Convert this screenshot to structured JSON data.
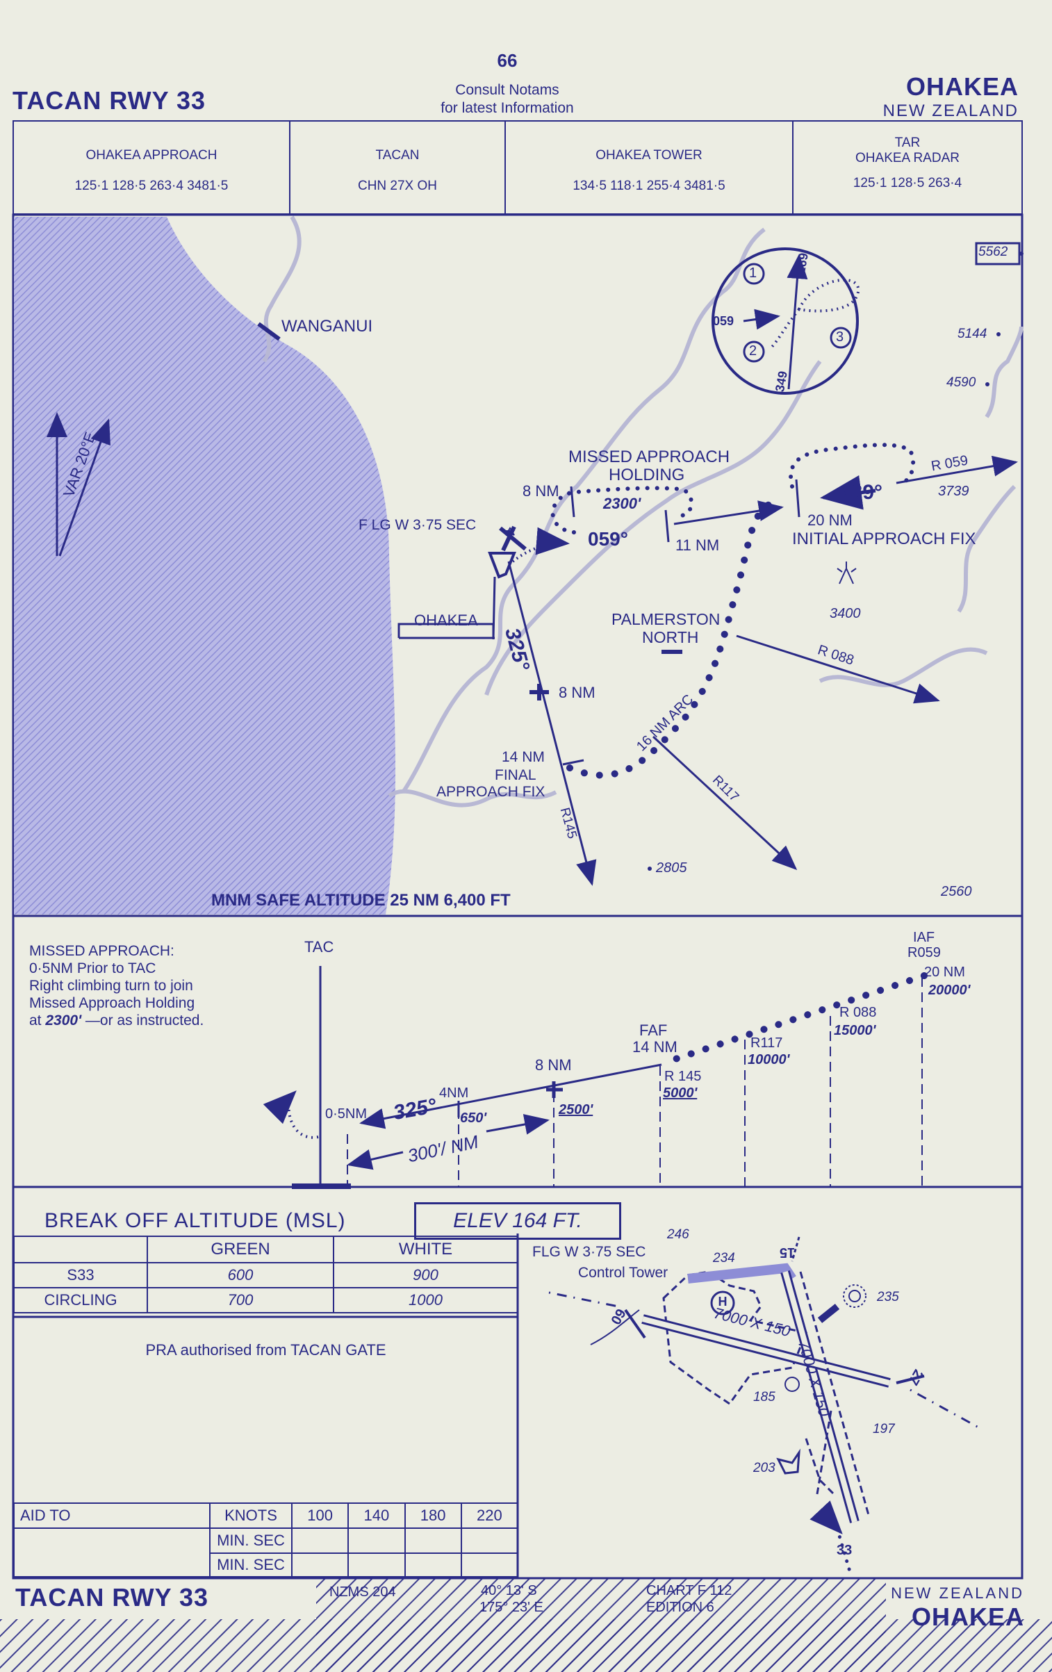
{
  "header": {
    "page_number": "66",
    "notice_line1": "Consult  Notams",
    "notice_line2": "for latest Information",
    "procedure": "TACAN RWY 33",
    "airport": "OHAKEA",
    "country": "NEW ZEALAND"
  },
  "frequencies": [
    {
      "name": "OHAKEA APPROACH",
      "value": "125·1   128·5   263·4   3481·5"
    },
    {
      "name": "TACAN",
      "value": "CHN 27X  OH"
    },
    {
      "name": "OHAKEA TOWER",
      "value": "134·5   118·1   255·4   3481·5"
    },
    {
      "name_line1": "TAR",
      "name_line2": "OHAKEA RADAR",
      "value": "125·1   128·5   263·4"
    }
  ],
  "plan_view": {
    "wanganui": "WANGANUI",
    "var": "VAR 20°E",
    "inset_labels": [
      "1",
      "2",
      "3",
      "169",
      "059",
      "349"
    ],
    "holding_label_1": "MISSED APPROACH",
    "holding_label_2": "HOLDING",
    "nm8": "8 NM",
    "alt_2300": "2300'",
    "hdg_059": "059°",
    "nm11": "11 NM",
    "hdg_239": "239°",
    "r059": "R 059",
    "spot_3739": "3739",
    "iaf_1": "20 NM",
    "iaf_2": "INITIAL APPROACH FIX",
    "flg": "F LG W 3·75 SEC",
    "ohakea": "OHAKEA",
    "crs_325": "325°",
    "palmerston_1": "PALMERSTON",
    "palmerston_2": "NORTH",
    "spot_3400": "3400",
    "r088": "R 088",
    "dme_8nm": "8 NM",
    "arc": "16 NM ARC",
    "faf_1": "14 NM",
    "faf_2": "FINAL",
    "faf_3": "APPROACH FIX",
    "r145": "R145",
    "r117": "R117",
    "spot_2805": "2805",
    "spot_2560": "2560",
    "msa": "MNM SAFE ALTITUDE 25 NM   6,400 FT",
    "box_5562": "5562",
    "spot_5144": "5144",
    "spot_4590": "4590"
  },
  "profile_view": {
    "missed_approach": [
      "MISSED APPROACH:",
      "0·5NM Prior to TAC",
      "Right climbing turn to join",
      "Missed Approach Holding"
    ],
    "missed_approach_alt_prefix": "at ",
    "missed_approach_alt": "2300'",
    "missed_approach_alt_suffix": " —or as instructed.",
    "tac": "TAC",
    "nm05": "0·5NM",
    "crs_325": "325°",
    "nm4": "4NM",
    "alt_650": "650'",
    "nm8": "8 NM",
    "alt_2500": "2500'",
    "gradient": "300'/ NM",
    "faf_1": "FAF",
    "faf_2": "14 NM",
    "r145": "R 145",
    "alt_5000": "5000'",
    "r117": "R117",
    "alt_10000": "10000'",
    "r088": "R 088",
    "alt_15000": "15000'",
    "iaf_1": "IAF",
    "iaf_2": "R059",
    "iaf_3": "20 NM",
    "alt_20000": "20000'"
  },
  "break_off": {
    "title": "BREAK OFF ALTITUDE (MSL)",
    "elevation": "ELEV   164   FT.",
    "columns": [
      "GREEN",
      "WHITE"
    ],
    "rows": [
      {
        "label": "S33",
        "green": "600",
        "white": "900"
      },
      {
        "label": "CIRCLING",
        "green": "700",
        "white": "1000"
      }
    ],
    "note": "PRA authorised from TACAN GATE"
  },
  "timing": {
    "row1_label": "AID TO",
    "knots_label": "KNOTS",
    "speeds": [
      "100",
      "140",
      "180",
      "220"
    ],
    "row2_label": "MIN. SEC",
    "row3_label": "MIN. SEC"
  },
  "aerodrome": {
    "spot_246": "246",
    "flg": "FLG W 3·75 SEC",
    "spot_234": "234",
    "control_tower": "Control Tower",
    "rwy_15": "15",
    "spot_235": "235",
    "heli": "H",
    "rwy_09": "09",
    "rwy_27": "27",
    "rwy_33": "33",
    "dims_1": "7000 X 150",
    "dims_2": "7000 X 150",
    "spot_185": "185",
    "spot_197": "197",
    "spot_203": "203"
  },
  "footer": {
    "procedure": "TACAN RWY 33",
    "map_ref": "NZMS 204",
    "lat": "40° 13' S",
    "lon": "175° 23' E",
    "chart": "CHART F 112",
    "edition": "EDITION 6",
    "country": "NEW ZEALAND",
    "airport": "OHAKEA"
  }
}
